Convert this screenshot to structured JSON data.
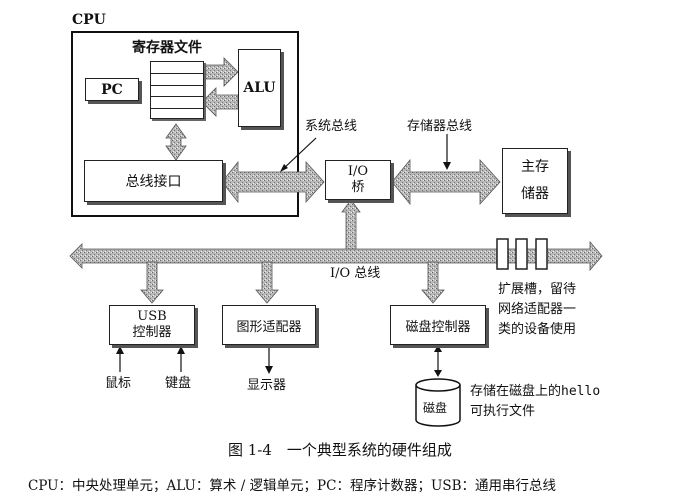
{
  "diagram": {
    "cpu_label": "CPU",
    "register_file_label": "寄存器文件",
    "pc_label": "PC",
    "alu_label": "ALU",
    "bus_interface_label": "总线接口",
    "system_bus_label": "系统总线",
    "memory_bus_label": "存储器总线",
    "io_bridge_line1": "I/O",
    "io_bridge_line2": "桥",
    "main_memory_line1": "主存",
    "main_memory_line2": "储器",
    "io_bus_label": "I/O 总线",
    "usb_controller_line1": "USB",
    "usb_controller_line2": "控制器",
    "graphics_adapter_label": "图形适配器",
    "disk_controller_label": "磁盘控制器",
    "mouse_label": "鼠标",
    "keyboard_label": "键盘",
    "display_label": "显示器",
    "disk_label": "磁盘",
    "expansion_slots_note": [
      "扩展槽，留待",
      "网络适配器一",
      "类的设备使用"
    ],
    "hello_note_line1_prefix": "存储在磁盘上的",
    "hello_note_line1_code": "hello",
    "hello_note_line2": "可执行文件"
  },
  "caption": "图 1-4　一个典型系统的硬件组成",
  "legend": "CPU：中央处理单元；ALU：算术 / 逻辑单元；PC：程序计数器；USB：通用串行总线"
}
